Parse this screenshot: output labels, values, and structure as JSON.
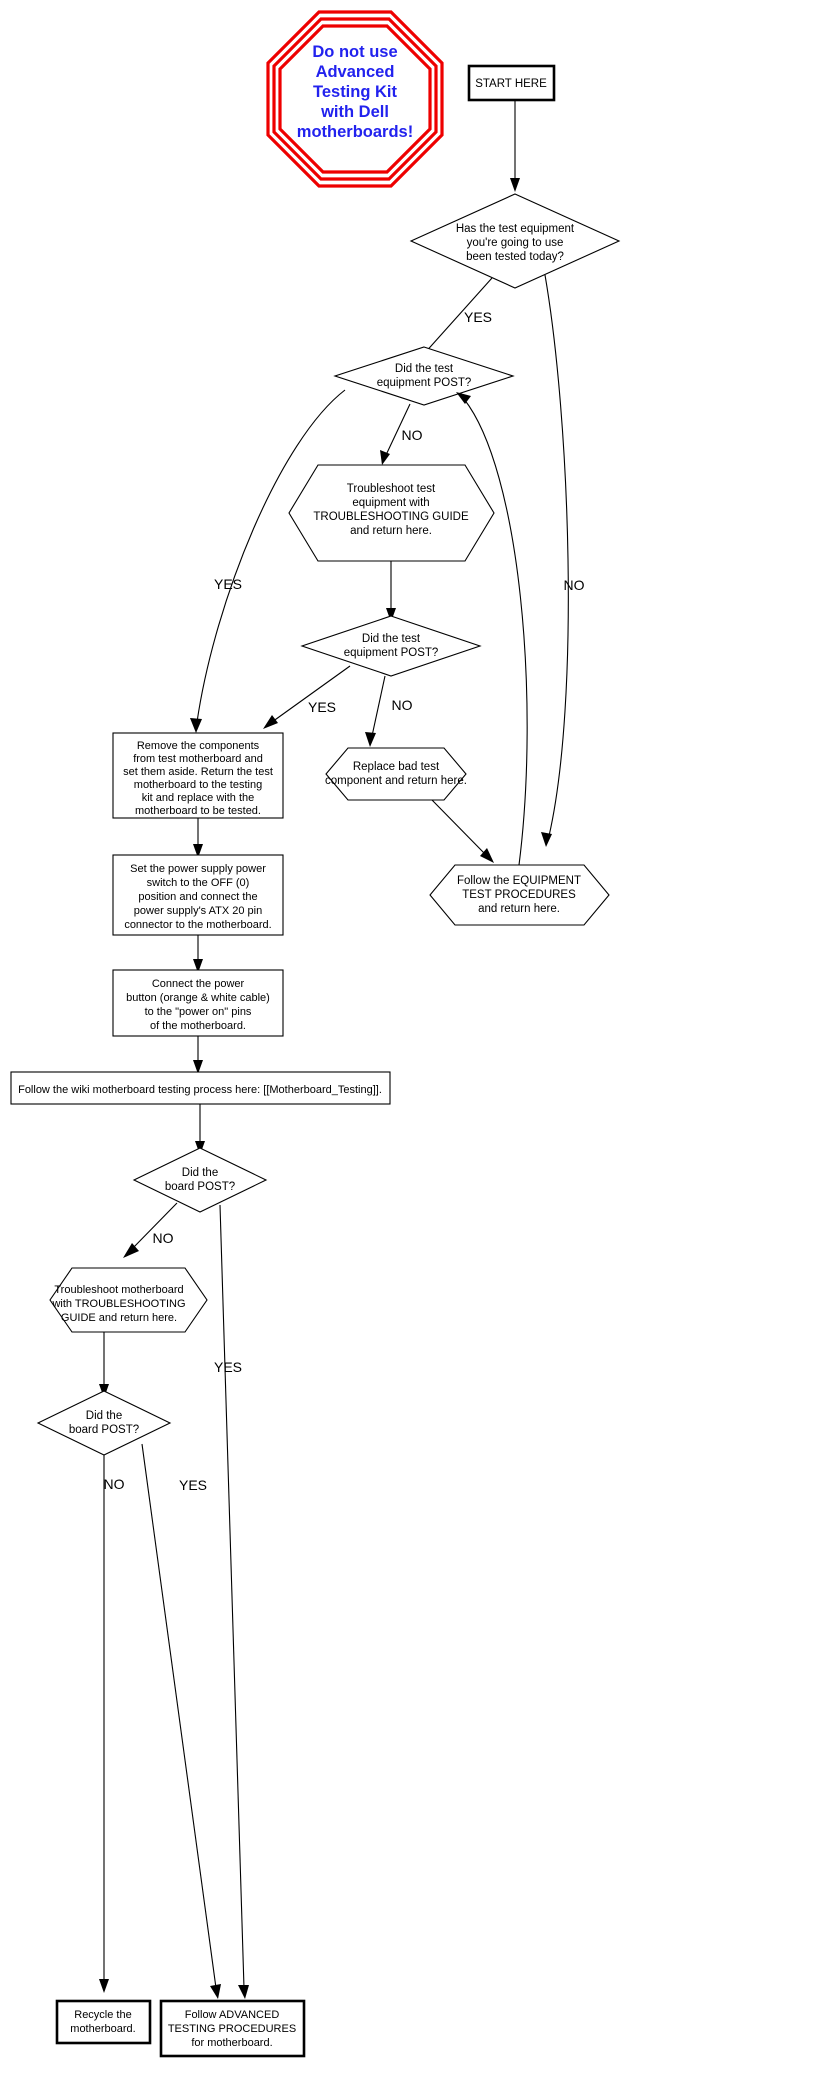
{
  "diagram": {
    "title": "Motherboard Testing Flowchart",
    "colors": {
      "stroke": "#000000",
      "fill": "#ffffff",
      "warning_border": "#ee0000",
      "warning_text": "#2222ee"
    },
    "warning": {
      "shape": "octagon-stop-sign",
      "lines": [
        "Do not use",
        "Advanced",
        "Testing Kit",
        "with Dell",
        "motherboards!"
      ]
    },
    "nodes": [
      {
        "id": "start",
        "shape": "box-thick",
        "lines": [
          "START HERE"
        ]
      },
      {
        "id": "q_equip_tested",
        "shape": "diamond",
        "lines": [
          "Has the test equipment",
          "you're going to use",
          "been tested today?"
        ]
      },
      {
        "id": "q_equip_post_1",
        "shape": "diamond",
        "lines": [
          "Did the test",
          "equipment POST?"
        ]
      },
      {
        "id": "troubleshoot_equip",
        "shape": "hexagon",
        "lines": [
          "Troubleshoot test",
          "equipment with",
          "TROUBLESHOOTING GUIDE",
          "and return here."
        ]
      },
      {
        "id": "q_equip_post_2",
        "shape": "diamond",
        "lines": [
          "Did the test",
          "equipment POST?"
        ]
      },
      {
        "id": "replace_component",
        "shape": "hexagon",
        "lines": [
          "Replace bad test",
          "component and return here."
        ]
      },
      {
        "id": "equip_test_proc",
        "shape": "hexagon",
        "lines": [
          "Follow the EQUIPMENT",
          "TEST PROCEDURES",
          "and return here."
        ]
      },
      {
        "id": "remove_components",
        "shape": "box",
        "lines": [
          "Remove the components",
          "from test motherboard and",
          "set them aside. Return the test",
          "motherboard to the testing",
          "kit and replace with the",
          "motherboard to be tested."
        ]
      },
      {
        "id": "set_power_supply",
        "shape": "box",
        "lines": [
          "Set the power supply power",
          "switch to the OFF (0)",
          "position and connect the",
          "power supply's ATX 20 pin",
          "connector to the motherboard."
        ]
      },
      {
        "id": "connect_power_btn",
        "shape": "box",
        "lines": [
          "Connect the power",
          "button (orange & white cable)",
          "to the \"power on\" pins",
          "of the motherboard."
        ]
      },
      {
        "id": "wiki_link",
        "shape": "box",
        "lines": [
          "Follow the wiki motherboard testing process here: [[Motherboard_Testing]]."
        ]
      },
      {
        "id": "q_board_post_1",
        "shape": "diamond",
        "lines": [
          "Did the",
          "board POST?"
        ]
      },
      {
        "id": "troubleshoot_mb",
        "shape": "hexagon",
        "lines": [
          "Troubleshoot motherboard",
          "with TROUBLESHOOTING",
          "GUIDE and return here."
        ]
      },
      {
        "id": "q_board_post_2",
        "shape": "diamond",
        "lines": [
          "Did the",
          "board POST?"
        ]
      },
      {
        "id": "recycle_mb",
        "shape": "box-thick",
        "lines": [
          "Recycle the",
          "motherboard."
        ]
      },
      {
        "id": "advanced_proc",
        "shape": "box-thick",
        "lines": [
          "Follow ADVANCED",
          "TESTING PROCEDURES",
          "for motherboard."
        ]
      }
    ],
    "edges": [
      {
        "from": "start",
        "to": "q_equip_tested",
        "label": ""
      },
      {
        "from": "q_equip_tested",
        "to": "q_equip_post_1",
        "label": "YES"
      },
      {
        "from": "q_equip_tested",
        "to": "equip_test_proc",
        "label": "NO"
      },
      {
        "from": "q_equip_post_1",
        "to": "troubleshoot_equip",
        "label": "NO"
      },
      {
        "from": "q_equip_post_1",
        "to": "remove_components",
        "label": "YES"
      },
      {
        "from": "troubleshoot_equip",
        "to": "q_equip_post_2",
        "label": ""
      },
      {
        "from": "q_equip_post_2",
        "to": "remove_components",
        "label": "YES"
      },
      {
        "from": "q_equip_post_2",
        "to": "replace_component",
        "label": "NO"
      },
      {
        "from": "replace_component",
        "to": "equip_test_proc",
        "label": ""
      },
      {
        "from": "equip_test_proc",
        "to": "q_equip_post_1",
        "label": ""
      },
      {
        "from": "remove_components",
        "to": "set_power_supply",
        "label": ""
      },
      {
        "from": "set_power_supply",
        "to": "connect_power_btn",
        "label": ""
      },
      {
        "from": "connect_power_btn",
        "to": "wiki_link",
        "label": ""
      },
      {
        "from": "wiki_link",
        "to": "q_board_post_1",
        "label": ""
      },
      {
        "from": "q_board_post_1",
        "to": "troubleshoot_mb",
        "label": "NO"
      },
      {
        "from": "q_board_post_1",
        "to": "advanced_proc",
        "label": "YES"
      },
      {
        "from": "troubleshoot_mb",
        "to": "q_board_post_2",
        "label": ""
      },
      {
        "from": "q_board_post_2",
        "to": "recycle_mb",
        "label": "NO"
      },
      {
        "from": "q_board_post_2",
        "to": "advanced_proc",
        "label": "YES"
      }
    ],
    "edge_labels": {
      "yes_from_q_equip_tested": "YES",
      "no_from_q_equip_tested": "NO",
      "no_from_q_equip_post_1": "NO",
      "yes_from_q_equip_post_1": "YES",
      "yes_from_q_equip_post_2": "YES",
      "no_from_q_equip_post_2": "NO",
      "no_from_q_board_post_1": "NO",
      "yes_from_q_board_post_1": "YES",
      "no_from_q_board_post_2": "NO",
      "yes_from_q_board_post_2": "YES"
    }
  }
}
